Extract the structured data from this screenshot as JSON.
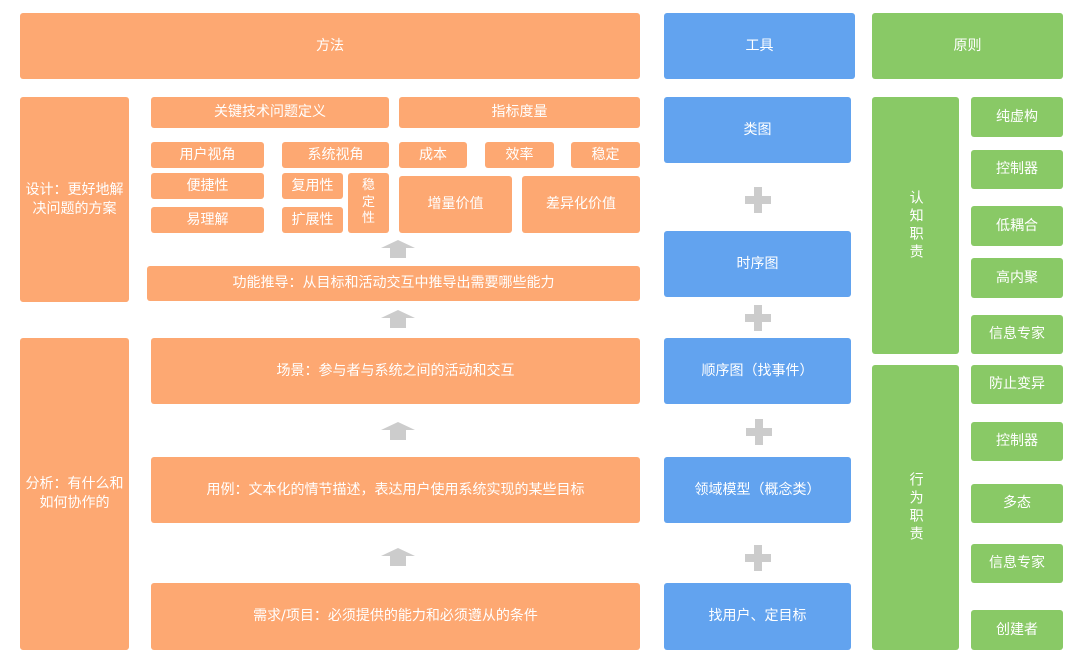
{
  "header": {
    "methods": "方法",
    "tools": "工具",
    "principles": "原则"
  },
  "methods": {
    "design_label": "设计：更好地解决问题的方案",
    "design_label_lines": [
      "设计：更好地解",
      "决问题的方案"
    ],
    "analysis_label_lines": [
      "分析：有什么和",
      "如何协作的"
    ],
    "key_tech": {
      "title": "关键技术问题定义",
      "user_view": "用户视角",
      "user_items": [
        "便捷性",
        "易理解"
      ],
      "system_view": "系统视角",
      "system_items": [
        "复用性",
        "扩展性"
      ],
      "stability_vertical": [
        "稳",
        "定",
        "性"
      ]
    },
    "metrics": {
      "title": "指标度量",
      "items": [
        "成本",
        "效率",
        "稳定"
      ],
      "values": [
        "增量价值",
        "差异化价值"
      ]
    },
    "function_derivation": "功能推导：从目标和活动交互中推导出需要哪些能力",
    "scenario": "场景：参与者与系统之间的活动和交互",
    "use_case": "用例：文本化的情节描述，表达用户使用系统实现的某些目标",
    "requirements": "需求/项目：必须提供的能力和必须遵从的条件"
  },
  "tools": {
    "items": [
      "类图",
      "时序图",
      "顺序图（找事件）",
      "领域模型（概念类）",
      "找用户、定目标"
    ]
  },
  "principles": {
    "cognitive": {
      "label": "认知职责",
      "items": [
        "纯虚构",
        "控制器",
        "低耦合",
        "高内聚",
        "信息专家"
      ]
    },
    "behavioral": {
      "label": "行为职责",
      "items": [
        "防止变异",
        "控制器",
        "多态",
        "信息专家",
        "创建者"
      ]
    }
  },
  "colors": {
    "methods": "#fda872",
    "tools": "#62a3ef",
    "principles": "#89c966",
    "connector": "#cccccc"
  }
}
